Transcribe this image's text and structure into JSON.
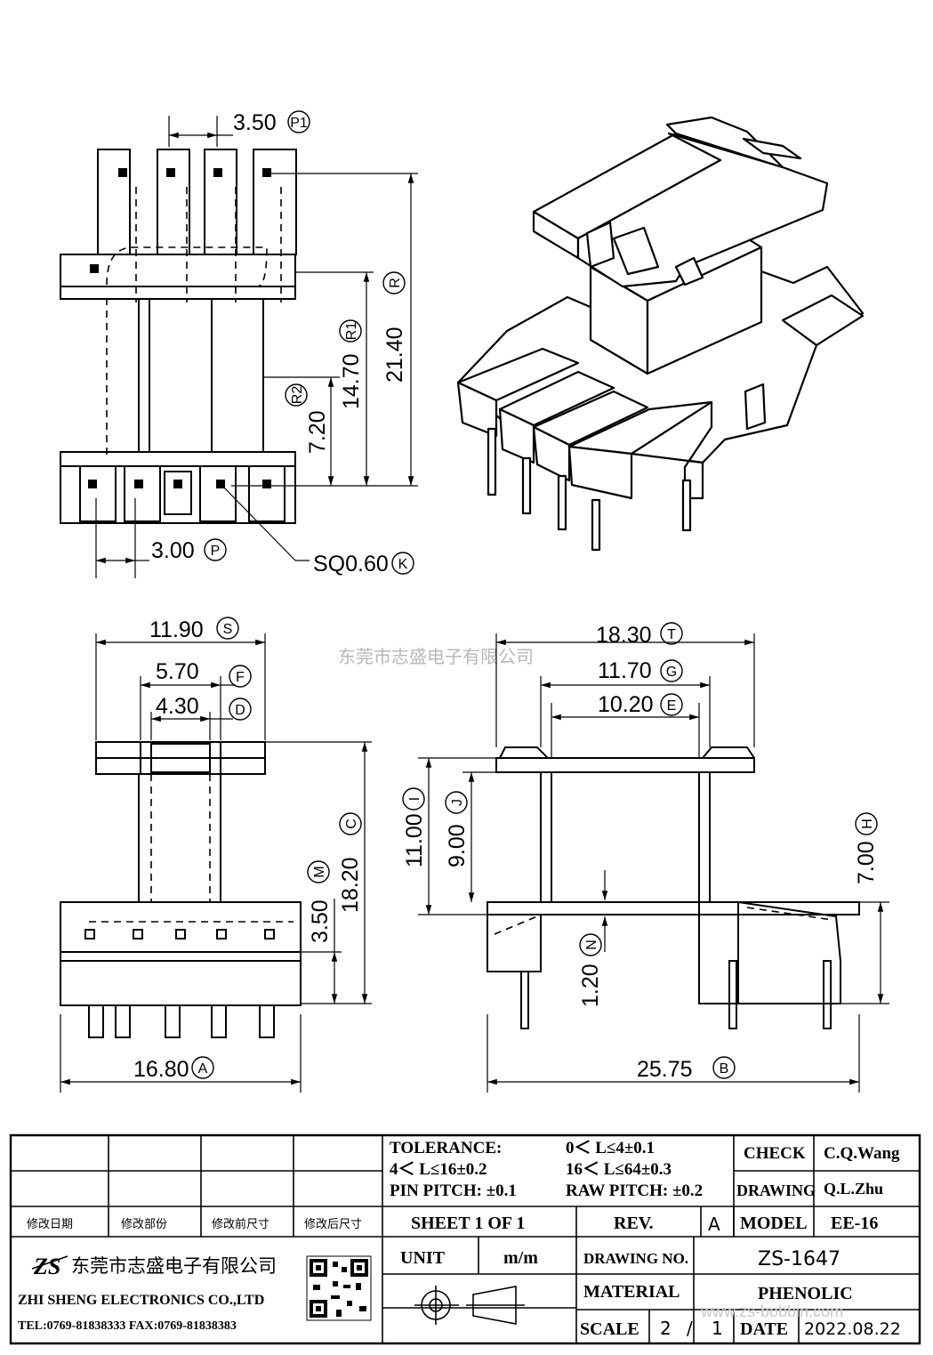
{
  "watermark": "东莞市志盛电子有限公司",
  "watermark_url": "www.zs-bobbin.com",
  "top_view": {
    "pin_pitch": {
      "value": "3.50",
      "tag": "P1"
    },
    "height_total": {
      "value": "21.40",
      "tag": "R"
    },
    "height_r1": {
      "value": "14.70",
      "tag": "R1"
    },
    "height_r2": {
      "value": "7.20",
      "tag": "R2"
    },
    "row_pitch": {
      "value": "3.00",
      "tag": "P"
    },
    "pin_size": {
      "value": "SQ0.60",
      "tag": "K"
    }
  },
  "front_view": {
    "flange_width": {
      "value": "11.90",
      "tag": "S"
    },
    "core_f": {
      "value": "5.70",
      "tag": "F"
    },
    "core_d": {
      "value": "4.30",
      "tag": "D"
    },
    "height": {
      "value": "18.20",
      "tag": "C"
    },
    "base_h": {
      "value": "3.50",
      "tag": "M"
    },
    "width": {
      "value": "16.80",
      "tag": "A"
    }
  },
  "side_view": {
    "overall_t": {
      "value": "18.30",
      "tag": "T"
    },
    "g": {
      "value": "11.70",
      "tag": "G"
    },
    "e": {
      "value": "10.20",
      "tag": "E"
    },
    "i": {
      "value": "11.00",
      "tag": "I"
    },
    "j": {
      "value": "9.00",
      "tag": "J"
    },
    "h": {
      "value": "7.00",
      "tag": "H"
    },
    "n": {
      "value": "1.20",
      "tag": "N"
    },
    "length": {
      "value": "25.75",
      "tag": "B"
    }
  },
  "title_block": {
    "revision_headers": [
      "修改日期",
      "修改部份",
      "修改前尺寸",
      "修改后尺寸"
    ],
    "tolerance_label": "TOLERANCE:",
    "tol_1": "0＜ L≤4±0.1",
    "tol_2": "4＜ L≤16±0.2",
    "tol_3": "16＜ L≤64±0.3",
    "pin_pitch": "PIN PITCH: ±0.1",
    "raw_pitch": "RAW PITCH: ±0.2",
    "check_label": "CHECK",
    "check_value": "C.Q.Wang",
    "drawing_label": "DRAWING",
    "drawing_value": "Q.L.Zhu",
    "sheet": "SHEET 1 OF 1",
    "rev_label": "REV.",
    "rev_value": "A",
    "model_label": "MODEL",
    "model_value": "EE-16",
    "company_cn": "东莞市志盛电子有限公司",
    "company_en": "ZHI SHENG ELECTRONICS CO.,LTD",
    "company_tel": "TEL:0769-81838333 FAX:0769-81838383",
    "logo_text": "ZS",
    "unit_label": "UNIT",
    "unit_value": "m/m",
    "drawing_no_label": "DRAWING NO.",
    "drawing_no_value": "ZS-1647",
    "material_label": "MATERIAL",
    "material_value": "PHENOLIC",
    "scale_label": "SCALE",
    "scale_num": "2",
    "scale_sep": "/",
    "scale_den": "1",
    "date_label": "DATE",
    "date_value": "2022.08.22"
  }
}
